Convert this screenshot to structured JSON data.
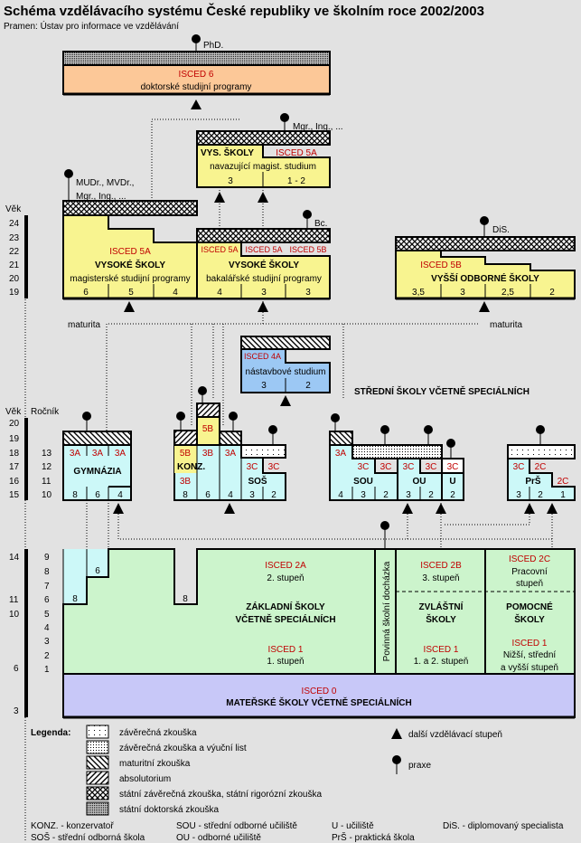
{
  "title": "Schéma vzdělávacího systému České republiky ve školním roce 2002/2003",
  "source": "Pramen: Ústav pro informace ve vzdělávání",
  "colors": {
    "background": "#e2e2e2",
    "isced6": "#fcc898",
    "university": "#f8f490",
    "postsecondary": "#9cc8f4",
    "secondary": "#ccf8f8",
    "basic": "#ccf4cc",
    "preschool": "#c8c8f8",
    "isced_code": "#c00000"
  },
  "degrees": {
    "phd": "PhD.",
    "mgr": "Mgr., Ing., ...",
    "mudr1": "MUDr., MVDr.,",
    "mudr2": "Mgr., Ing., ...",
    "bc": "Bc.",
    "dis": "DiS."
  },
  "isced6": {
    "code": "ISCED 6",
    "label": "doktorské studijní programy"
  },
  "navazujici": {
    "name": "VYS. ŠKOLY",
    "code": "ISCED 5A",
    "label": "navazující magist. studium",
    "years": [
      "3",
      "1 - 2"
    ]
  },
  "magisterske": {
    "code": "ISCED 5A",
    "name": "VYSOKÉ ŠKOLY",
    "label": "magisterské studijní programy",
    "years": [
      "6",
      "5",
      "4"
    ]
  },
  "bakalarske": {
    "codes": [
      "ISCED 5A",
      "ISCED 5A",
      "ISCED 5B"
    ],
    "name": "VYSOKÉ ŠKOLY",
    "label": "bakalářské studijní programy",
    "years": [
      "4",
      "3",
      "3"
    ]
  },
  "vos": {
    "code": "ISCED 5B",
    "name": "VYŠŠÍ ODBORNÉ ŠKOLY",
    "years": [
      "3,5",
      "3",
      "2,5",
      "2"
    ]
  },
  "maturita": [
    "maturita",
    "maturita"
  ],
  "nastavbove": {
    "code": "ISCED 4A",
    "label": "nástavbové studium",
    "years": [
      "3",
      "2"
    ]
  },
  "stredni_title": "STŘEDNÍ ŠKOLY VČETNĚ SPECIÁLNÍCH",
  "axis": {
    "vek": "Věk",
    "rocnik": "Ročník",
    "upper_ages": [
      "24",
      "23",
      "22",
      "21",
      "20",
      "19"
    ],
    "mid_ages": [
      "20",
      "19",
      "18",
      "17",
      "16",
      "15"
    ],
    "mid_grades": [
      "13",
      "12",
      "11",
      "10"
    ],
    "lower_ages": [
      "14",
      "11",
      "10",
      "6",
      "3"
    ],
    "lower_grades": [
      "9",
      "8",
      "7",
      "6",
      "5",
      "4",
      "3",
      "2",
      "1"
    ]
  },
  "gymnazia": {
    "name": "GYMNÁZIA",
    "codes": [
      "3A",
      "3A",
      "3A"
    ],
    "years": [
      "8",
      "6",
      "4"
    ]
  },
  "konz": {
    "name": "KONZ.",
    "codes": [
      "5B",
      "5B",
      "3B",
      "3B",
      "3A"
    ],
    "years": [
      "8",
      "6",
      "4"
    ]
  },
  "sos": {
    "name": "SOŠ",
    "codes": [
      "3C",
      "3C"
    ],
    "years": [
      "3",
      "2"
    ]
  },
  "sou": {
    "name": "SOU",
    "codes": [
      "3A",
      "3C",
      "3C"
    ],
    "years": [
      "4",
      "3",
      "2"
    ]
  },
  "ou": {
    "name": "OU",
    "codes": [
      "3C",
      "3C"
    ],
    "years": [
      "3",
      "2"
    ]
  },
  "u": {
    "name": "U",
    "codes": [
      "3C"
    ],
    "years": [
      "2"
    ]
  },
  "prs": {
    "name": "PrŠ",
    "codes": [
      "3C",
      "2C",
      "2C"
    ],
    "years": [
      "3",
      "2",
      "1"
    ]
  },
  "basic": {
    "gym_years": [
      "8",
      "6"
    ],
    "konz_year": "8",
    "isced2a": "ISCED 2A",
    "stupen2": "2. stupeň",
    "name1": "ZÁKLADNÍ ŠKOLY",
    "name2": "VČETNĚ SPECIÁLNÍCH",
    "isced1": "ISCED 1",
    "stupen1": "1. stupeň",
    "povinna": "Povinná školní docházka",
    "isced2b": "ISCED 2B",
    "stupen3": "3. stupeň",
    "zv1": "ZVLÁŠTNÍ",
    "zv2": "ŠKOLY",
    "zv_isced1": "ISCED 1",
    "zv_st": "1. a 2. stupeň",
    "isced2c": "ISCED 2C",
    "prac1": "Pracovní",
    "prac2": "stupeň",
    "pom1": "POMOCNÉ",
    "pom2": "ŠKOLY",
    "pom_isced1": "ISCED 1",
    "pom_st1": "Nižší, střední",
    "pom_st2": "a vyšší stupeň"
  },
  "isced0": {
    "code": "ISCED 0",
    "name": "MATEŘSKÉ ŠKOLY VČETNĚ SPECIÁLNÍCH"
  },
  "legend": {
    "title": "Legenda:",
    "items": [
      "závěrečná zkouška",
      "závěrečná zkouška a výuční list",
      "maturitní zkouška",
      "absolutorium",
      "státní závěrečná zkouška, státní rigorózní zkouška",
      "státní doktorská zkouška"
    ],
    "arrow": "další vzdělávací stupeň",
    "pin": "praxe"
  },
  "abbreviations": [
    "KONZ. - konzervatoř",
    "SOŠ - střední odborná škola",
    "SOU - střední odborné učiliště",
    "OU - odborné učiliště",
    "U - učiliště",
    "PrŠ - praktická škola",
    "DiS. - diplomovaný specialista"
  ]
}
